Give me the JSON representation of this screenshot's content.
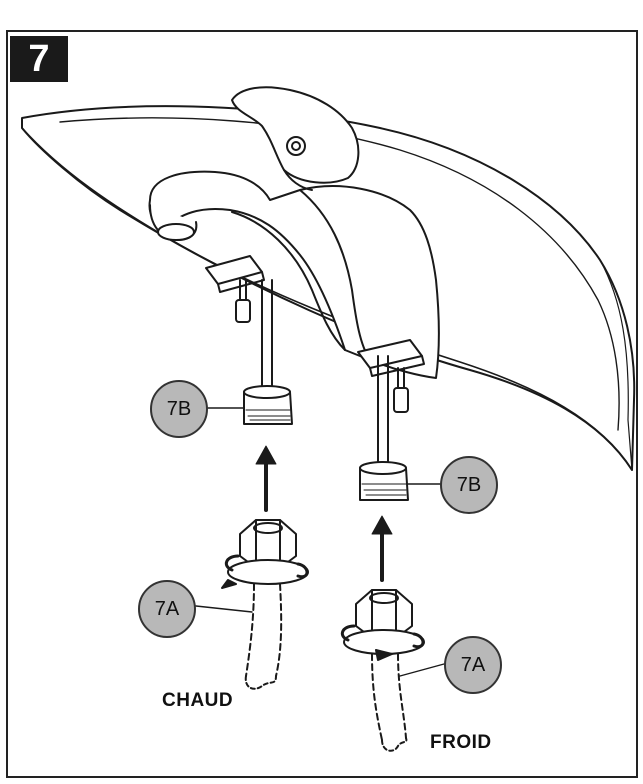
{
  "step_number": "7",
  "callouts": {
    "hot_nut": "7B",
    "cold_nut": "7B",
    "hot_supply": "7A",
    "cold_supply": "7A"
  },
  "labels": {
    "hot": "CHAUD",
    "cold": "FROID"
  }
}
